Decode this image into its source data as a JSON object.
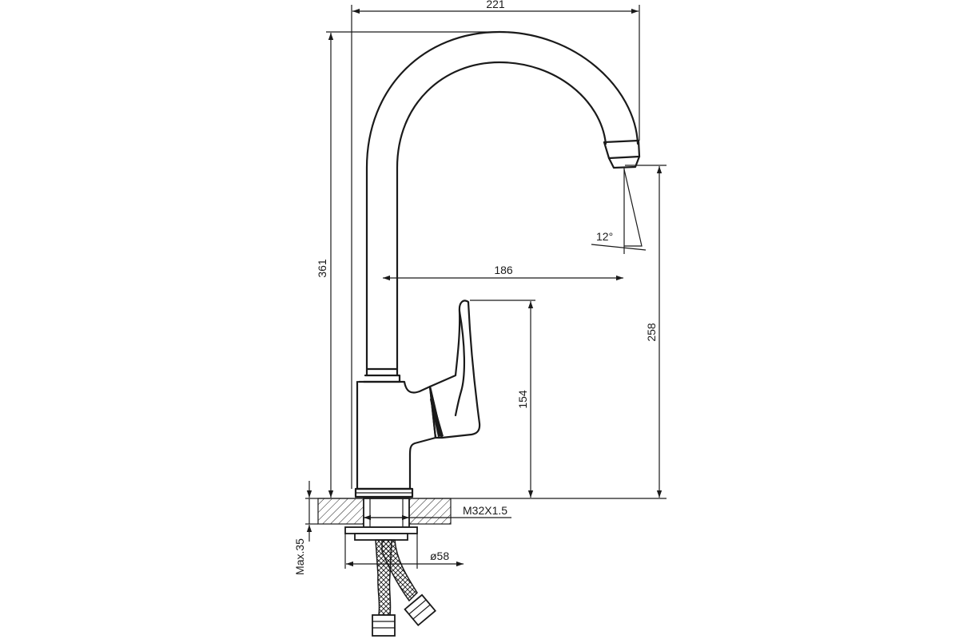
{
  "dimensions": {
    "overall_width": "221",
    "overall_height": "361",
    "spout_reach": "186",
    "spout_height": "258",
    "handle_height": "154",
    "spout_angle": "12°",
    "thread": "M32X1.5",
    "base_diameter": "ø58",
    "max_counter_thickness": "Max.35"
  }
}
